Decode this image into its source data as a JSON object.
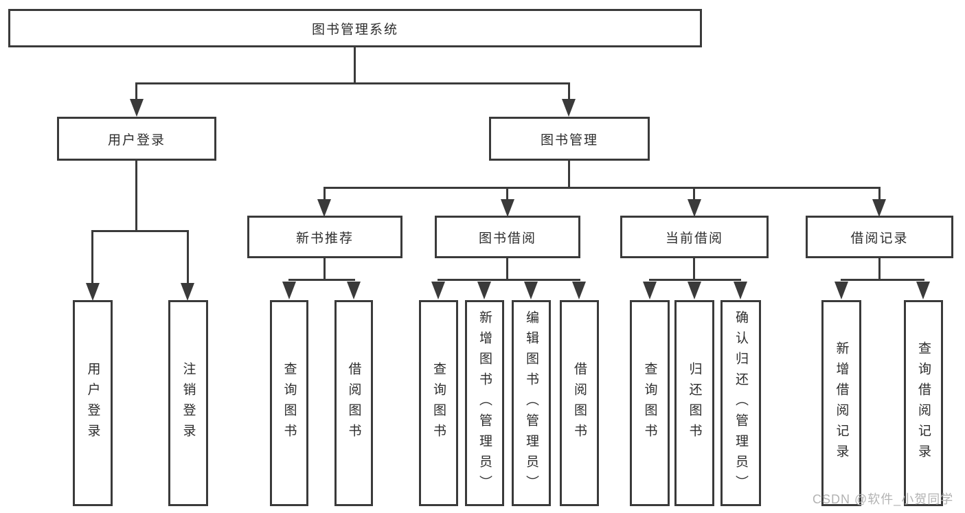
{
  "diagram": {
    "root": {
      "label": "图书管理系统",
      "children": [
        {
          "label": "用户登录",
          "children": [
            {
              "label": "用户登录"
            },
            {
              "label": "注销登录"
            }
          ]
        },
        {
          "label": "图书管理",
          "children": [
            {
              "label": "新书推荐",
              "children": [
                {
                  "label": "查询图书"
                },
                {
                  "label": "借阅图书"
                }
              ]
            },
            {
              "label": "图书借阅",
              "children": [
                {
                  "label": "查询图书"
                },
                {
                  "label": "新增图书（管理员）"
                },
                {
                  "label": "编辑图书（管理员）"
                },
                {
                  "label": "借阅图书"
                }
              ]
            },
            {
              "label": "当前借阅",
              "children": [
                {
                  "label": "查询图书"
                },
                {
                  "label": "归还图书"
                },
                {
                  "label": "确认归还（管理员）"
                }
              ]
            },
            {
              "label": "借阅记录",
              "children": [
                {
                  "label": "新增借阅记录"
                },
                {
                  "label": "查询借阅记录"
                }
              ]
            }
          ]
        }
      ]
    }
  },
  "watermark": {
    "text": "CSDN @软件_小贺同学"
  },
  "colors": {
    "line": "#3a3a3a",
    "text": "#2d2d2d",
    "box_fill": "#ffffff",
    "background": "#ffffff",
    "watermark": "#b3b3b3"
  }
}
